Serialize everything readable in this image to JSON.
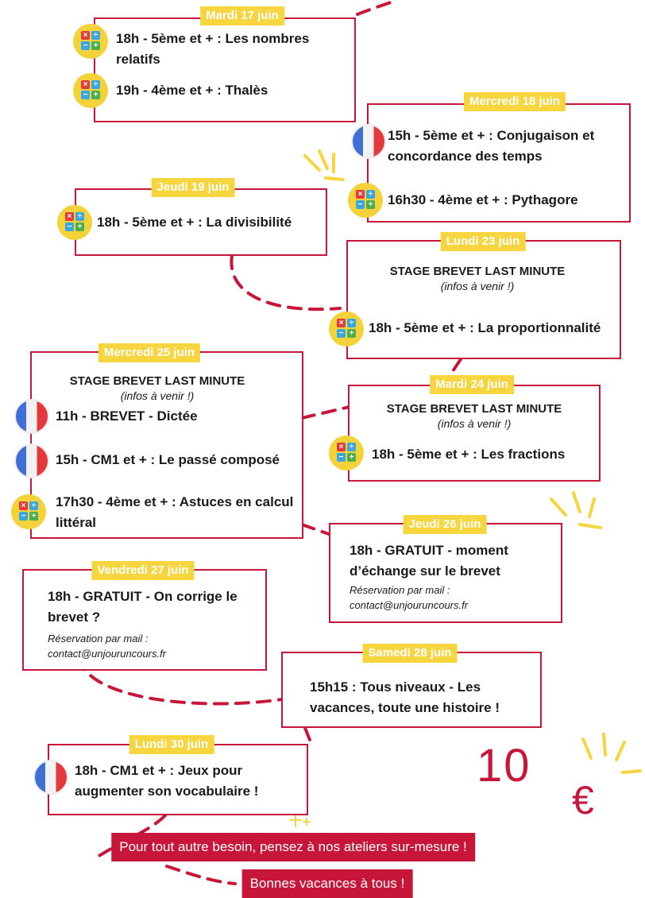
{
  "colors": {
    "accent": "#c8163a",
    "date_bg": "#f7d53e",
    "text": "#1a1a1a"
  },
  "events": [
    {
      "date": "Mardi 17 juin",
      "items": [
        {
          "icon": "math-icon",
          "text": "18h - 5ème et + : Les nombres relatifs"
        },
        {
          "icon": "math-icon",
          "text": "19h - 4ème et + : Thalès"
        }
      ]
    },
    {
      "date": "Mercredi 18 juin",
      "items": [
        {
          "icon": "french-flag-icon",
          "text": "15h - 5ème et + : Conjugaison et concordance des temps"
        },
        {
          "icon": "math-icon",
          "text": "16h30 - 4ème et + : Pythagore"
        }
      ]
    },
    {
      "date": "Jeudi 19 juin",
      "items": [
        {
          "icon": "math-icon",
          "text": "18h - 5ème et + : La divisibilité"
        }
      ]
    },
    {
      "date": "Lundi 23 juin",
      "stage": "STAGE BREVET LAST MINUTE",
      "stage_note": "(infos à venir !)",
      "items": [
        {
          "icon": "math-icon",
          "text": "18h - 5ème et + : La proportionnalité"
        }
      ]
    },
    {
      "date": "Mercredi 25 juin",
      "stage": "STAGE BREVET LAST MINUTE",
      "stage_note": "(infos à venir !)",
      "items": [
        {
          "icon": "french-flag-icon",
          "text": "11h - BREVET - Dictée"
        },
        {
          "icon": "french-flag-icon",
          "text": "15h - CM1 et + : Le passé composé"
        },
        {
          "icon": "math-icon",
          "text": "17h30 - 4ème et + : Astuces en calcul littéral"
        }
      ]
    },
    {
      "date": "Mardi 24 juin",
      "stage": "STAGE BREVET LAST MINUTE",
      "stage_note": "(infos à venir !)",
      "items": [
        {
          "icon": "math-icon",
          "text": "18h - 5ème et + : Les fractions"
        }
      ]
    },
    {
      "date": "Jeudi 26 juin",
      "items": [
        {
          "text": "18h - GRATUIT - moment d’échange sur le brevet"
        }
      ],
      "reservation": "Réservation par mail :",
      "email": "contact@unjouruncours.fr"
    },
    {
      "date": "Vendredi 27 juin",
      "items": [
        {
          "text": "18h - GRATUIT - On corrige le brevet ?"
        }
      ],
      "reservation": "Réservation par mail :",
      "email": "contact@unjouruncours.fr"
    },
    {
      "date": "Samedi 28 juin",
      "items": [
        {
          "text": "15h15 : Tous niveaux - Les vacances, toute une histoire !"
        }
      ]
    },
    {
      "date": "Lundi 30 juin",
      "items": [
        {
          "icon": "french-flag-icon",
          "text": "18h - CM1 et + : Jeux pour augmenter son vocabulaire !"
        }
      ]
    }
  ],
  "price": {
    "amount": "10",
    "currency": "€"
  },
  "footer": {
    "line1": "Pour tout autre besoin, pensez à nos ateliers sur-mesure !",
    "line2": "Bonnes vacances à tous !"
  }
}
